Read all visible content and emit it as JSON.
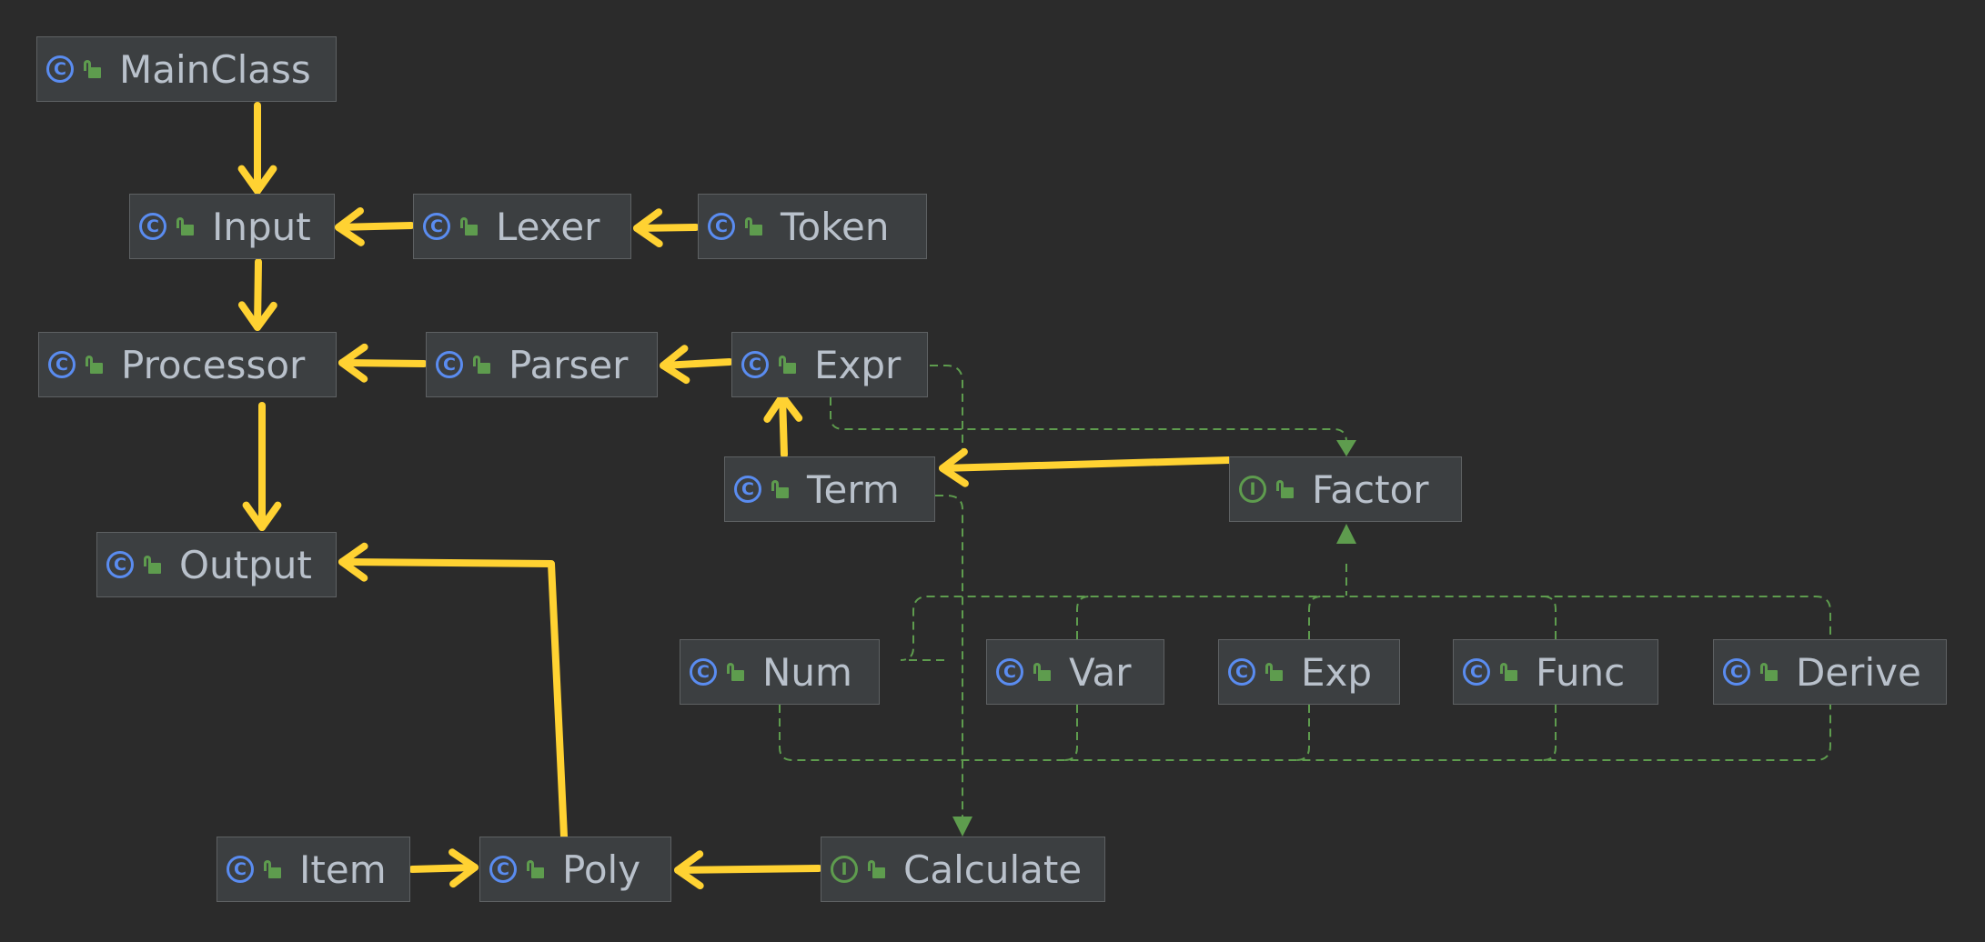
{
  "nodes": [
    {
      "id": "MainClass",
      "label": "MainClass",
      "kind": "class",
      "kind_glyph": "C"
    },
    {
      "id": "Input",
      "label": "Input",
      "kind": "class",
      "kind_glyph": "C"
    },
    {
      "id": "Lexer",
      "label": "Lexer",
      "kind": "class",
      "kind_glyph": "C"
    },
    {
      "id": "Token",
      "label": "Token",
      "kind": "class",
      "kind_glyph": "C"
    },
    {
      "id": "Processor",
      "label": "Processor",
      "kind": "class",
      "kind_glyph": "C"
    },
    {
      "id": "Parser",
      "label": "Parser",
      "kind": "class",
      "kind_glyph": "C"
    },
    {
      "id": "Expr",
      "label": "Expr",
      "kind": "class",
      "kind_glyph": "C"
    },
    {
      "id": "Term",
      "label": "Term",
      "kind": "class",
      "kind_glyph": "C"
    },
    {
      "id": "Factor",
      "label": "Factor",
      "kind": "interface",
      "kind_glyph": "I"
    },
    {
      "id": "Output",
      "label": "Output",
      "kind": "class",
      "kind_glyph": "C"
    },
    {
      "id": "Num",
      "label": "Num",
      "kind": "class",
      "kind_glyph": "C"
    },
    {
      "id": "Var",
      "label": "Var",
      "kind": "class",
      "kind_glyph": "C"
    },
    {
      "id": "Exp",
      "label": "Exp",
      "kind": "class",
      "kind_glyph": "C"
    },
    {
      "id": "Func",
      "label": "Func",
      "kind": "class",
      "kind_glyph": "C"
    },
    {
      "id": "Derive",
      "label": "Derive",
      "kind": "class",
      "kind_glyph": "C"
    },
    {
      "id": "Item",
      "label": "Item",
      "kind": "class",
      "kind_glyph": "C"
    },
    {
      "id": "Poly",
      "label": "Poly",
      "kind": "class",
      "kind_glyph": "C"
    },
    {
      "id": "Calculate",
      "label": "Calculate",
      "kind": "interface",
      "kind_glyph": "I"
    }
  ],
  "edges": {
    "dependency": [
      [
        "MainClass",
        "Input"
      ],
      [
        "Lexer",
        "Input"
      ],
      [
        "Token",
        "Lexer"
      ],
      [
        "Input",
        "Processor"
      ],
      [
        "Parser",
        "Processor"
      ],
      [
        "Expr",
        "Parser"
      ],
      [
        "Term",
        "Expr"
      ],
      [
        "Factor",
        "Term"
      ],
      [
        "Processor",
        "Output"
      ],
      [
        "Poly",
        "Output"
      ],
      [
        "Item",
        "Poly"
      ],
      [
        "Calculate",
        "Poly"
      ]
    ],
    "implements_factor": [
      "Expr",
      "Num",
      "Var",
      "Exp",
      "Func",
      "Derive"
    ],
    "implements_calculate": [
      "Term",
      "Num",
      "Var",
      "Exp",
      "Func",
      "Derive"
    ]
  },
  "colors": {
    "background": "#2b2b2b",
    "node_fill": "#3c3f41",
    "node_border": "#5e6163",
    "text": "#b9c1cb",
    "class_icon": "#5a8cf0",
    "interface_icon": "#5e9c4e",
    "dependency_arrow": "#ffd232",
    "realization_line": "#5e9c4e"
  }
}
